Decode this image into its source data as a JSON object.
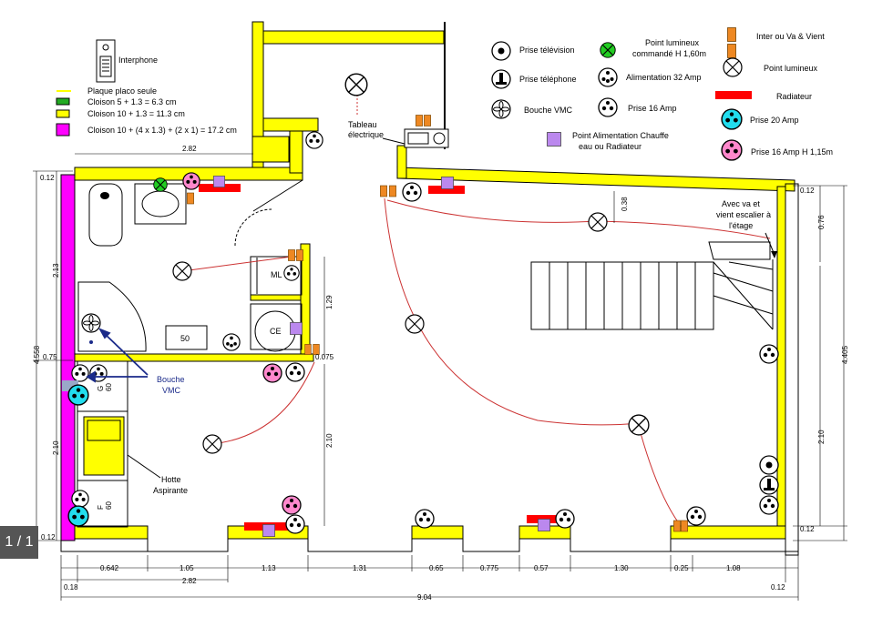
{
  "legend": {
    "interphone": "Interphone",
    "plaque_placo": "Plaque placo seule",
    "cloison_5": "Cloison 5 + 1.3 = 6.3 cm",
    "cloison_10": "Cloison 10 + 1.3 = 11.3 cm",
    "cloison_10_4": "Cloison 10 + (4 x 1.3) + (2 x 1) = 17.2 cm",
    "prise_television": "Prise télévision",
    "prise_telephone": "Prise téléphone",
    "bouche_vmc": "Bouche VMC",
    "point_lumineux_cmd_1": "Point lumineux",
    "point_lumineux_cmd_2": "commandé H 1,60m",
    "alim_32": "Alimentation 32 Amp",
    "prise_16": "Prise 16 Amp",
    "alim_chauffe_1": "Point Alimentation Chauffe",
    "alim_chauffe_2": "eau ou Radiateur",
    "inter_va_vient": "Inter ou Va & Vient",
    "point_lumineux": "Point lumineux",
    "radiateur": "Radiateur",
    "prise_20": "Prise 20 Amp",
    "prise_16_h": "Prise 16 Amp H 1,15m"
  },
  "labels": {
    "tableau_1": "Tableau",
    "tableau_2": "électrique",
    "ml": "ML",
    "ce": "CE",
    "fifty": "50",
    "bouche_vmc_1": "Bouche",
    "bouche_vmc_2": "VMC",
    "hotte_1": "Hotte",
    "hotte_2": "Aspirante",
    "avec_1": "Avec va et",
    "avec_2": "vient escalier à",
    "avec_3": "l'étage",
    "g60_1": "G",
    "g60_2": "60",
    "f60_1": "F",
    "f60_2": "60"
  },
  "dimensions": {
    "d282_top": "2.82",
    "d012_tl": "0.12",
    "d213": "2.13",
    "d4558": "4.558",
    "d075_l": "0.75",
    "d210_l": "2.10",
    "d012_bl": "0.12",
    "d129": "1.29",
    "d075_m": "0.075",
    "d210_m": "2.10",
    "d038": "0.38",
    "d076": "0.76",
    "d012_tr": "0.12",
    "d4405": "4.405",
    "d210_r": "2.10",
    "d012_br": "0.12",
    "b0642": "0.642",
    "b105": "1.05",
    "b113": "1.13",
    "b131": "1.31",
    "b065": "0.65",
    "b0775": "0.775",
    "b057": "0.57",
    "b130": "1.30",
    "b025": "0.25",
    "b108": "1.08",
    "b282": "2.82",
    "b018": "0.18",
    "b904": "9.04",
    "b012": "0.12"
  },
  "pagination": "1 / 1",
  "colors": {
    "cloison_5": "#22aa22",
    "cloison_10": "#ffff00",
    "cloison_17": "#ff00ff",
    "radiateur": "#ff0000",
    "inter": "#ee8822",
    "alim_chauffe": "#bb88ee",
    "prise_20": "#22ddee",
    "prise_16_h": "#ff88cc",
    "circuit": "#cc3333"
  }
}
